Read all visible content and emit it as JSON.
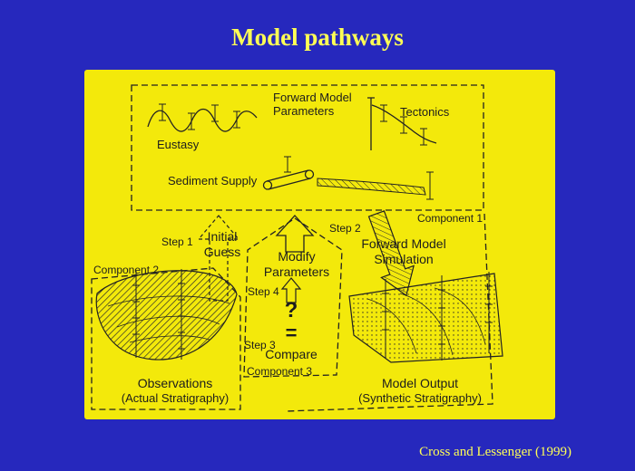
{
  "slide": {
    "title": "Model pathways",
    "citation": "Cross and Lessenger (1999)"
  },
  "colors": {
    "background": "#2628bd",
    "panel": "#f3e90b",
    "accent": "#ffff55",
    "ink": "#1d1d1d"
  },
  "diagram": {
    "parameters_box": {
      "heading_line1": "Forward Model",
      "heading_line2": "Parameters",
      "eustasy": "Eustasy",
      "tectonics": "Tectonics",
      "sediment_supply": "Sediment Supply"
    },
    "components": {
      "component1": "Component 1",
      "component2": "Component 2",
      "component3": "Component 3"
    },
    "steps": {
      "step1": "Step 1",
      "step2": "Step 2",
      "step3": "Step 3",
      "step4": "Step 4"
    },
    "nodes": {
      "initial_guess_line1": "Initial",
      "initial_guess_line2": "Guess",
      "modify_parameters_line1": "Modify",
      "modify_parameters_line2": "Parameters",
      "forward_simulation_line1": "Forward Model",
      "forward_simulation_line2": "Simulation",
      "question_mark": "?",
      "equals_sign": "=",
      "compare": "Compare",
      "observations_line1": "Observations",
      "observations_line2": "(Actual Stratigraphy)",
      "model_output_line1": "Model Output",
      "model_output_line2": "(Synthetic Stratigraphy)"
    }
  }
}
